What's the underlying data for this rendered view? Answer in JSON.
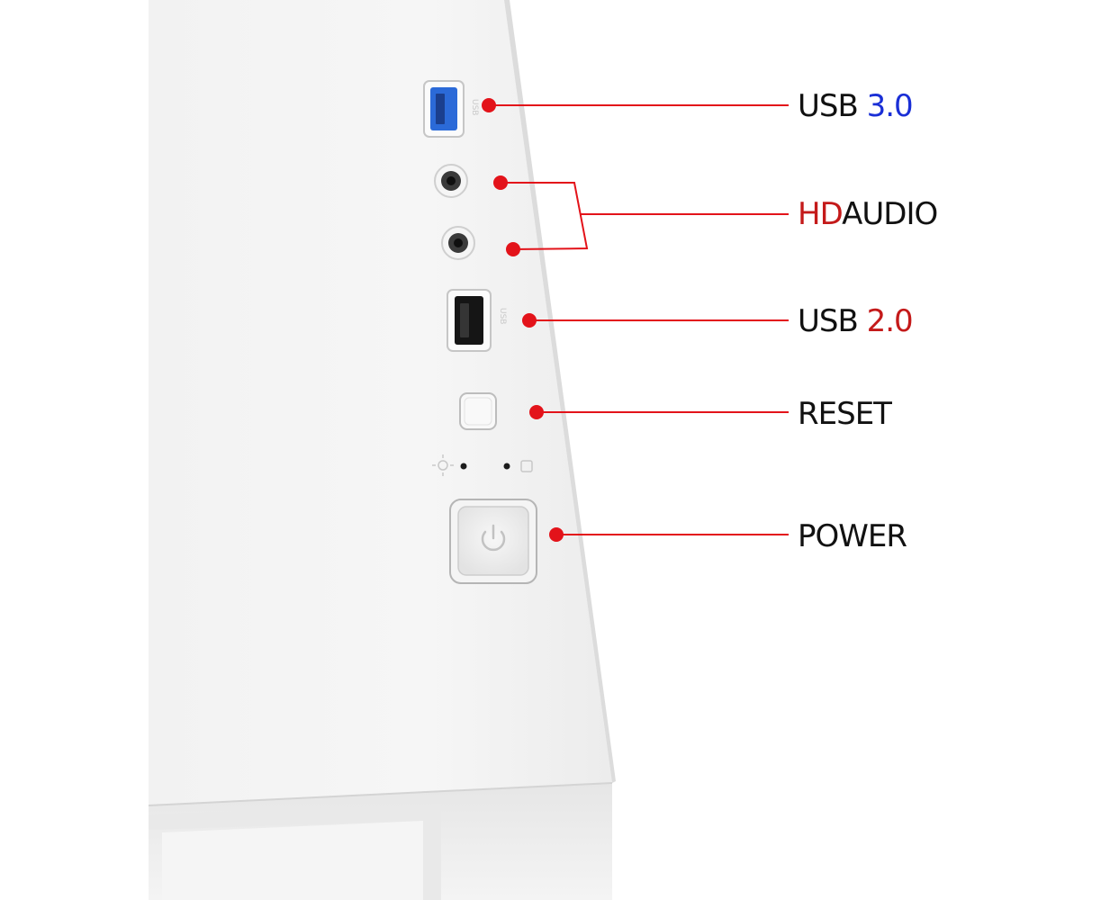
{
  "labels": {
    "usb3": {
      "name": "USB",
      "version": "3.0"
    },
    "hd_audio": {
      "prefix": "HD",
      "name": "AUDIO"
    },
    "usb2": {
      "name": "USB",
      "version": "2.0"
    },
    "reset": "RESET",
    "power": "POWER"
  },
  "colors": {
    "callout": "#e3131a",
    "usb3_accent": "#1a2fd6",
    "usb2_accent": "#c41a1a",
    "hd_accent": "#c41a1a",
    "usb3_port": "#2b6ad8",
    "text": "#111111"
  },
  "icons": {
    "power_button": "power-icon",
    "hdd_led": "hdd-led-icon",
    "power_led": "power-led-icon"
  }
}
